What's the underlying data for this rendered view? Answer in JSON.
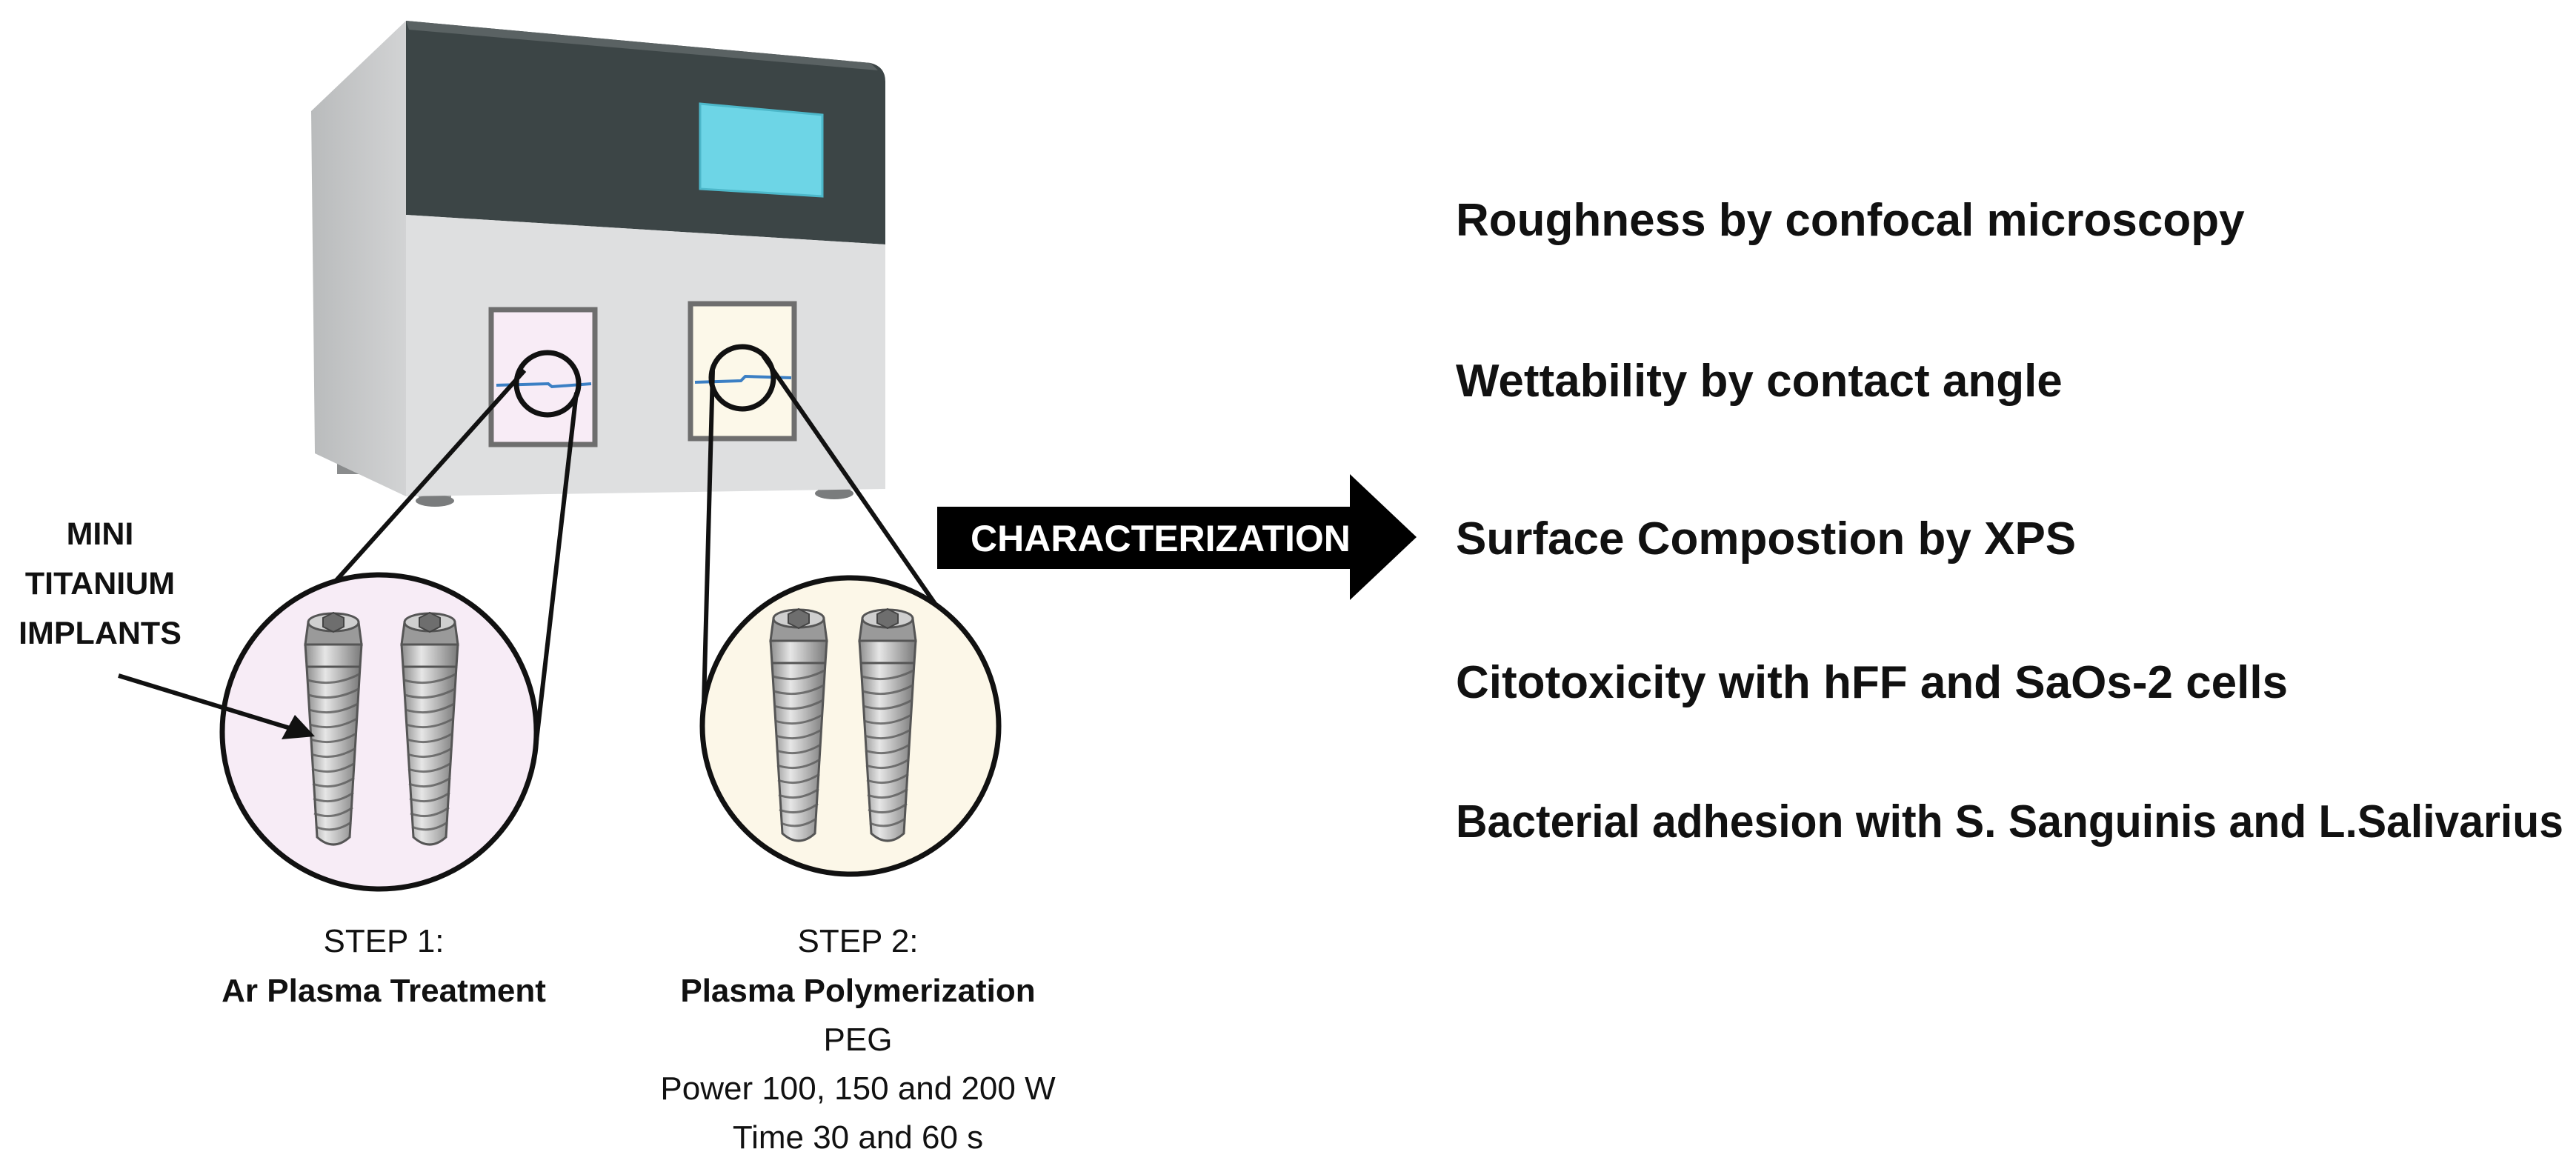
{
  "implant_label": {
    "lines": [
      "MINI",
      "TITANIUM",
      "IMPLANTS"
    ]
  },
  "arrow_label": "CHARACTERIZATION",
  "step1": {
    "step": "STEP 1:",
    "title": "Ar Plasma Treatment"
  },
  "step2": {
    "step": "STEP 2:",
    "title": "Plasma Polymerization",
    "details": [
      "PEG",
      "Power 100, 150 and 200 W",
      "Time 30 and 60 s"
    ]
  },
  "characterization_items": [
    "Roughness by confocal microscopy",
    "Wettability by contact angle",
    "Surface Compostion by XPS",
    "Citotoxicity with hFF and SaOs-2 cells",
    "Bacterial adhesion with S. Sanguinis and L.Salivarius"
  ],
  "colors": {
    "machine_top": "#3c4546",
    "machine_body": "#dedfe0",
    "machine_side": "#bfc1c2",
    "screen": "#6dd5e6",
    "chamber1_fill": "#f8ecf6",
    "chamber2_fill": "#fcf8e9",
    "lens1_fill": "#f7ecf6",
    "lens2_fill": "#fcf7e8",
    "text": "#111111"
  }
}
